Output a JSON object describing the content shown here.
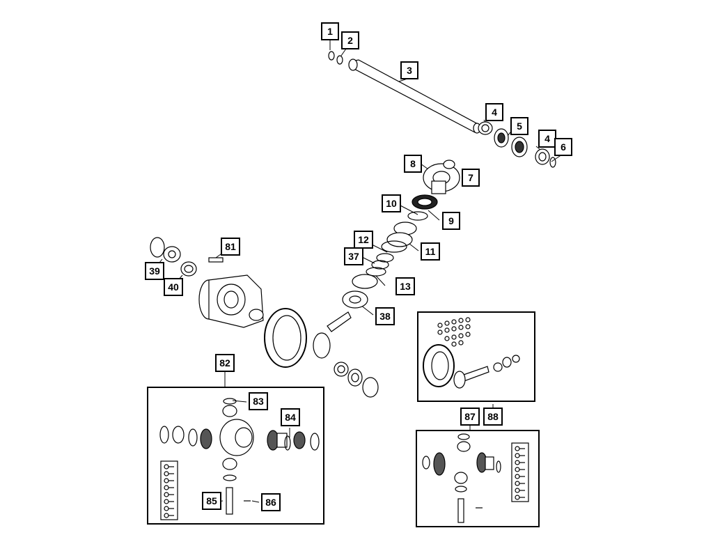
{
  "callouts": {
    "c1": "1",
    "c2": "2",
    "c3": "3",
    "c4a": "4",
    "c5": "5",
    "c4b": "4",
    "c6": "6",
    "c8": "8",
    "c7": "7",
    "c10": "10",
    "c9": "9",
    "c12": "12",
    "c37": "37",
    "c11": "11",
    "c13": "13",
    "c38": "38",
    "c81": "81",
    "c39": "39",
    "c40": "40",
    "c82": "82",
    "c83": "83",
    "c84": "84",
    "c85": "85",
    "c86": "86",
    "c87": "87",
    "c88": "88"
  },
  "part_icons": {
    "shaft": "axle-shaft-icon",
    "seal": "seal-ring-icon",
    "bearing": "tapered-bearing-icon",
    "yoke": "pinion-flange-icon",
    "case": "differential-case-icon",
    "ring_gear": "ring-gear-icon",
    "pinion": "pinion-gear-icon"
  }
}
